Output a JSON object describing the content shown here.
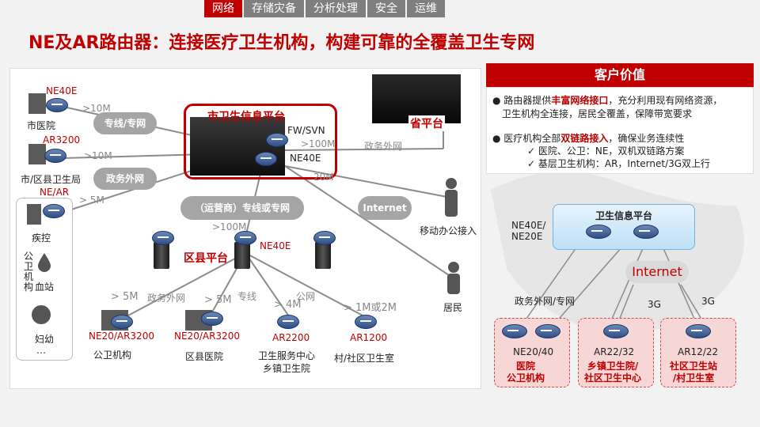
{
  "tabs": [
    "网络",
    "存储灾备",
    "分析处理",
    "安全",
    "运维"
  ],
  "title": "NE及AR路由器：连接医疗卫生机构，构建可靠的全覆盖卫生专网",
  "diagram": {
    "city_platform": "市卫生信息平台",
    "fw_svn": "FW/SVN",
    "ne40e_city": "NE40E",
    "province": "省平台",
    "gov_extranet_top": "政务外网",
    "gt100m_top": ">100M",
    "lt20m": "20M",
    "hospital": {
      "device": "NE40E",
      "label": "市医院",
      "bw": ">10M"
    },
    "bureau": {
      "device": "AR3200",
      "label": "市/区县卫生局",
      "bw": ">10M"
    },
    "cdc_group": {
      "device": "NE/AR",
      "bw": "> 5M",
      "items": [
        "疾控",
        "公卫机构",
        "血站",
        "妇幼",
        "…"
      ]
    },
    "clouds": {
      "dedicated": "专线/专网",
      "gov": "政务外网",
      "operator": "（运营商）专线或专网",
      "internet": "Internet"
    },
    "mobile_office": "移动办公接入",
    "residents": "居民",
    "county": {
      "label": "区县平台",
      "device": "NE40E",
      "bw": ">100M"
    },
    "links": {
      "gov_extranet": "政务外网",
      "dedicated": "专线",
      "public": "公网"
    },
    "sites": [
      {
        "bw": "> 5M",
        "device": "NE20/AR3200",
        "label": "公卫机构"
      },
      {
        "bw": "> 5M",
        "device": "NE20/AR3200",
        "label": "区县医院"
      },
      {
        "bw": "> 4M",
        "device": "AR2200",
        "label": "卫生服务中心\n乡镇卫生院"
      },
      {
        "bw": "> 1M或2M",
        "device": "AR1200",
        "label": "村/社区卫生室"
      }
    ]
  },
  "customer_value": {
    "header": "客户价值",
    "bullets": [
      {
        "lines": [
          "路由器提供丰富网络接口，充分利用现有网络资源，",
          "卫生机构全连接，居民全覆盖，保障带宽要求"
        ],
        "highlight": "丰富网络接口"
      },
      {
        "lines": [
          "医疗机构全部双链路接入，确保业务连续性"
        ],
        "highlight": "双链路接入"
      }
    ],
    "subitems": [
      "医院、公卫：NE，双机双链路方案",
      "基层卫生机构：AR，Internet/3G双上行"
    ]
  },
  "mini": {
    "platform": "卫生信息平台",
    "devices_label": "NE40E/\nNE20E",
    "internet": "Internet",
    "gov_link": "政务外网/专网",
    "g3a": "3G",
    "g3b": "3G",
    "boxes": [
      {
        "device": "NE20/40",
        "label": "医院\n公卫机构"
      },
      {
        "device": "AR22/32",
        "label": "乡镇卫生院/\n社区卫生中心"
      },
      {
        "device": "AR12/22",
        "label": "社区卫生站\n/村卫生室"
      }
    ]
  }
}
